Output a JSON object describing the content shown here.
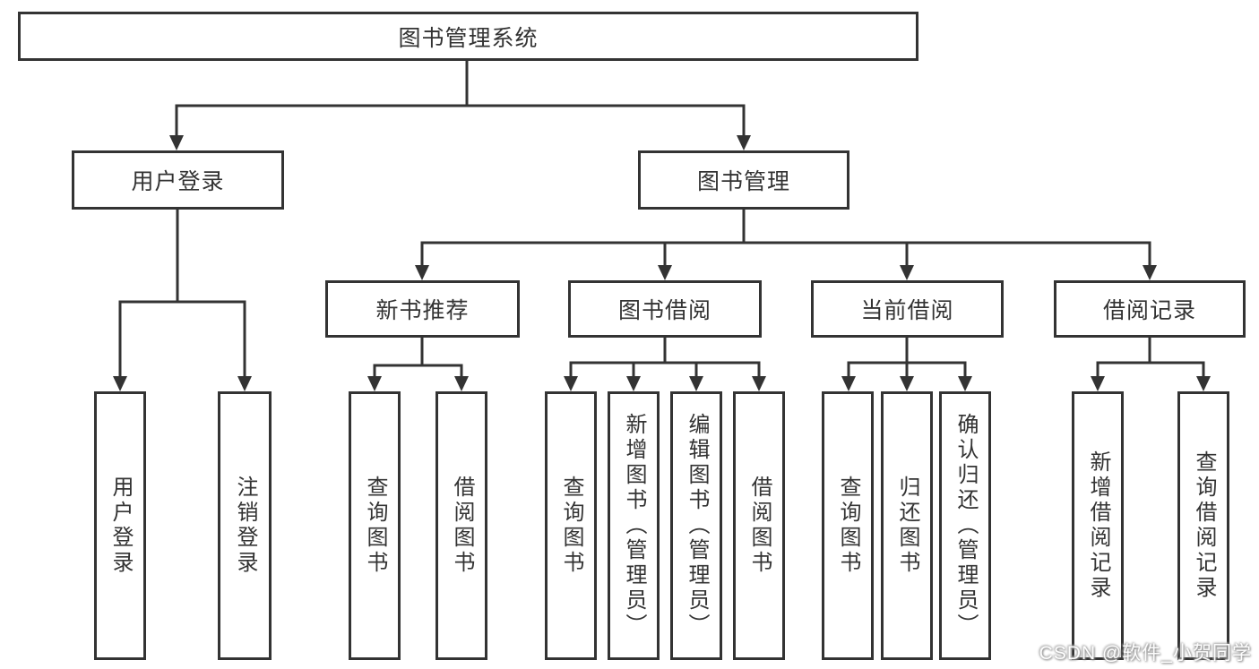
{
  "diagram_title": "图书管理系统",
  "tree": {
    "label": "图书管理系统",
    "children": [
      {
        "label": "用户登录",
        "children": [
          {
            "label": "用户登录"
          },
          {
            "label": "注销登录"
          }
        ]
      },
      {
        "label": "图书管理",
        "children": [
          {
            "label": "新书推荐",
            "children": [
              {
                "label": "查询图书"
              },
              {
                "label": "借阅图书"
              }
            ]
          },
          {
            "label": "图书借阅",
            "children": [
              {
                "label": "查询图书"
              },
              {
                "label": "新增图书（管理员）"
              },
              {
                "label": "编辑图书（管理员）"
              },
              {
                "label": "借阅图书"
              }
            ]
          },
          {
            "label": "当前借阅",
            "children": [
              {
                "label": "查询图书"
              },
              {
                "label": "归还图书"
              },
              {
                "label": "确认归还（管理员）"
              }
            ]
          },
          {
            "label": "借阅记录",
            "children": [
              {
                "label": "新增借阅记录"
              },
              {
                "label": "查询借阅记录"
              }
            ]
          }
        ]
      }
    ]
  },
  "watermark": {
    "text": "CSDN @软件_小贺同学"
  },
  "colors": {
    "line": "#333333",
    "text": "#333333",
    "background": "#ffffff",
    "watermark_text": "#fdfdfd"
  }
}
